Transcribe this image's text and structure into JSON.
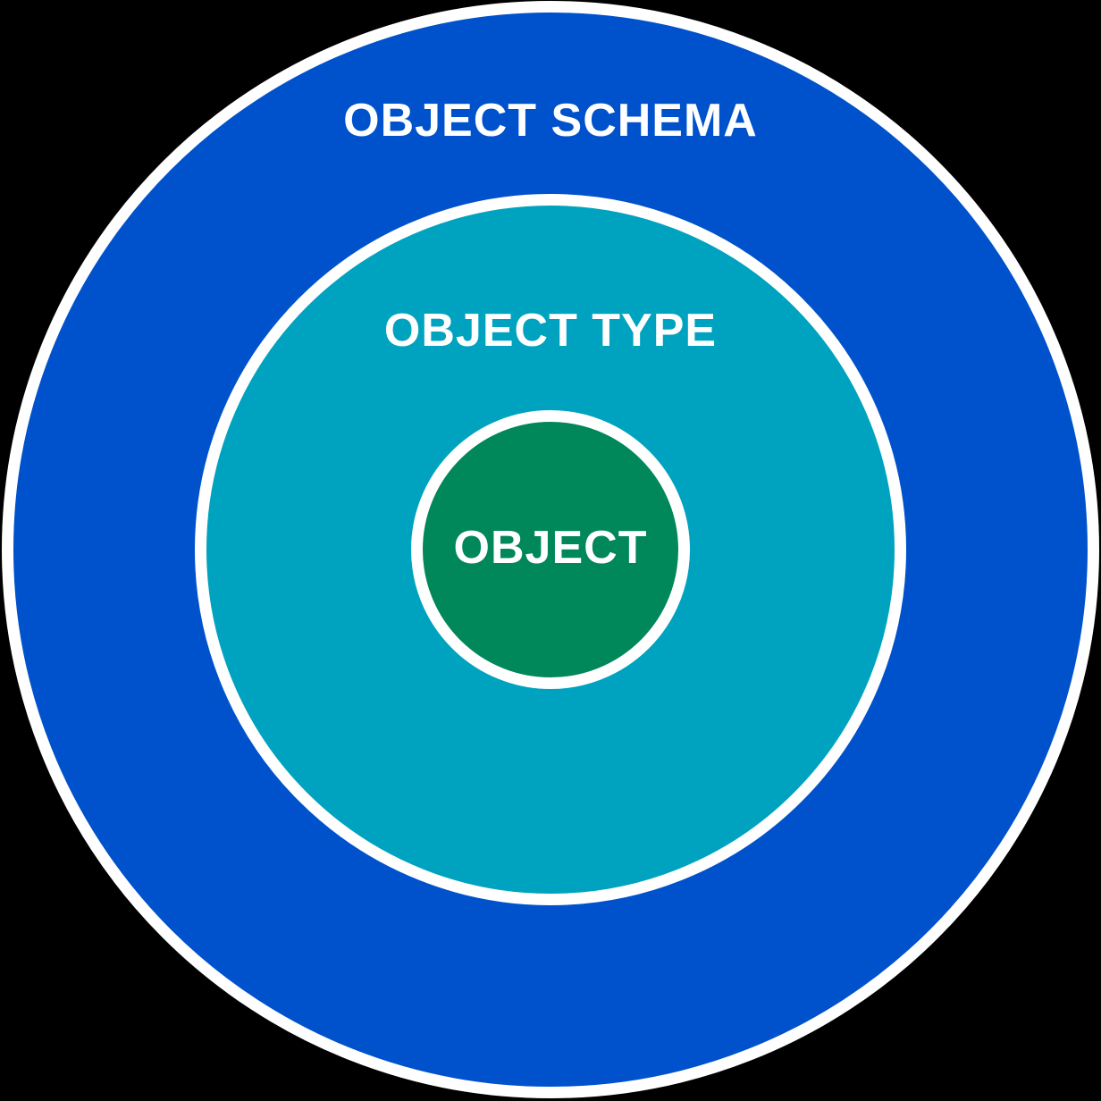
{
  "canvas": {
    "background": "#000000"
  },
  "diagram": {
    "type": "nested-circles",
    "ring_border_color": "#FFFFFF",
    "label_color": "#FFFFFF",
    "rings": [
      {
        "id": "object-schema",
        "label": "OBJECT SCHEMA",
        "fill": "#0052CC"
      },
      {
        "id": "object-type",
        "label": "OBJECT TYPE",
        "fill": "#00A3BF"
      },
      {
        "id": "object",
        "label": "OBJECT",
        "fill": "#00875A"
      }
    ]
  }
}
